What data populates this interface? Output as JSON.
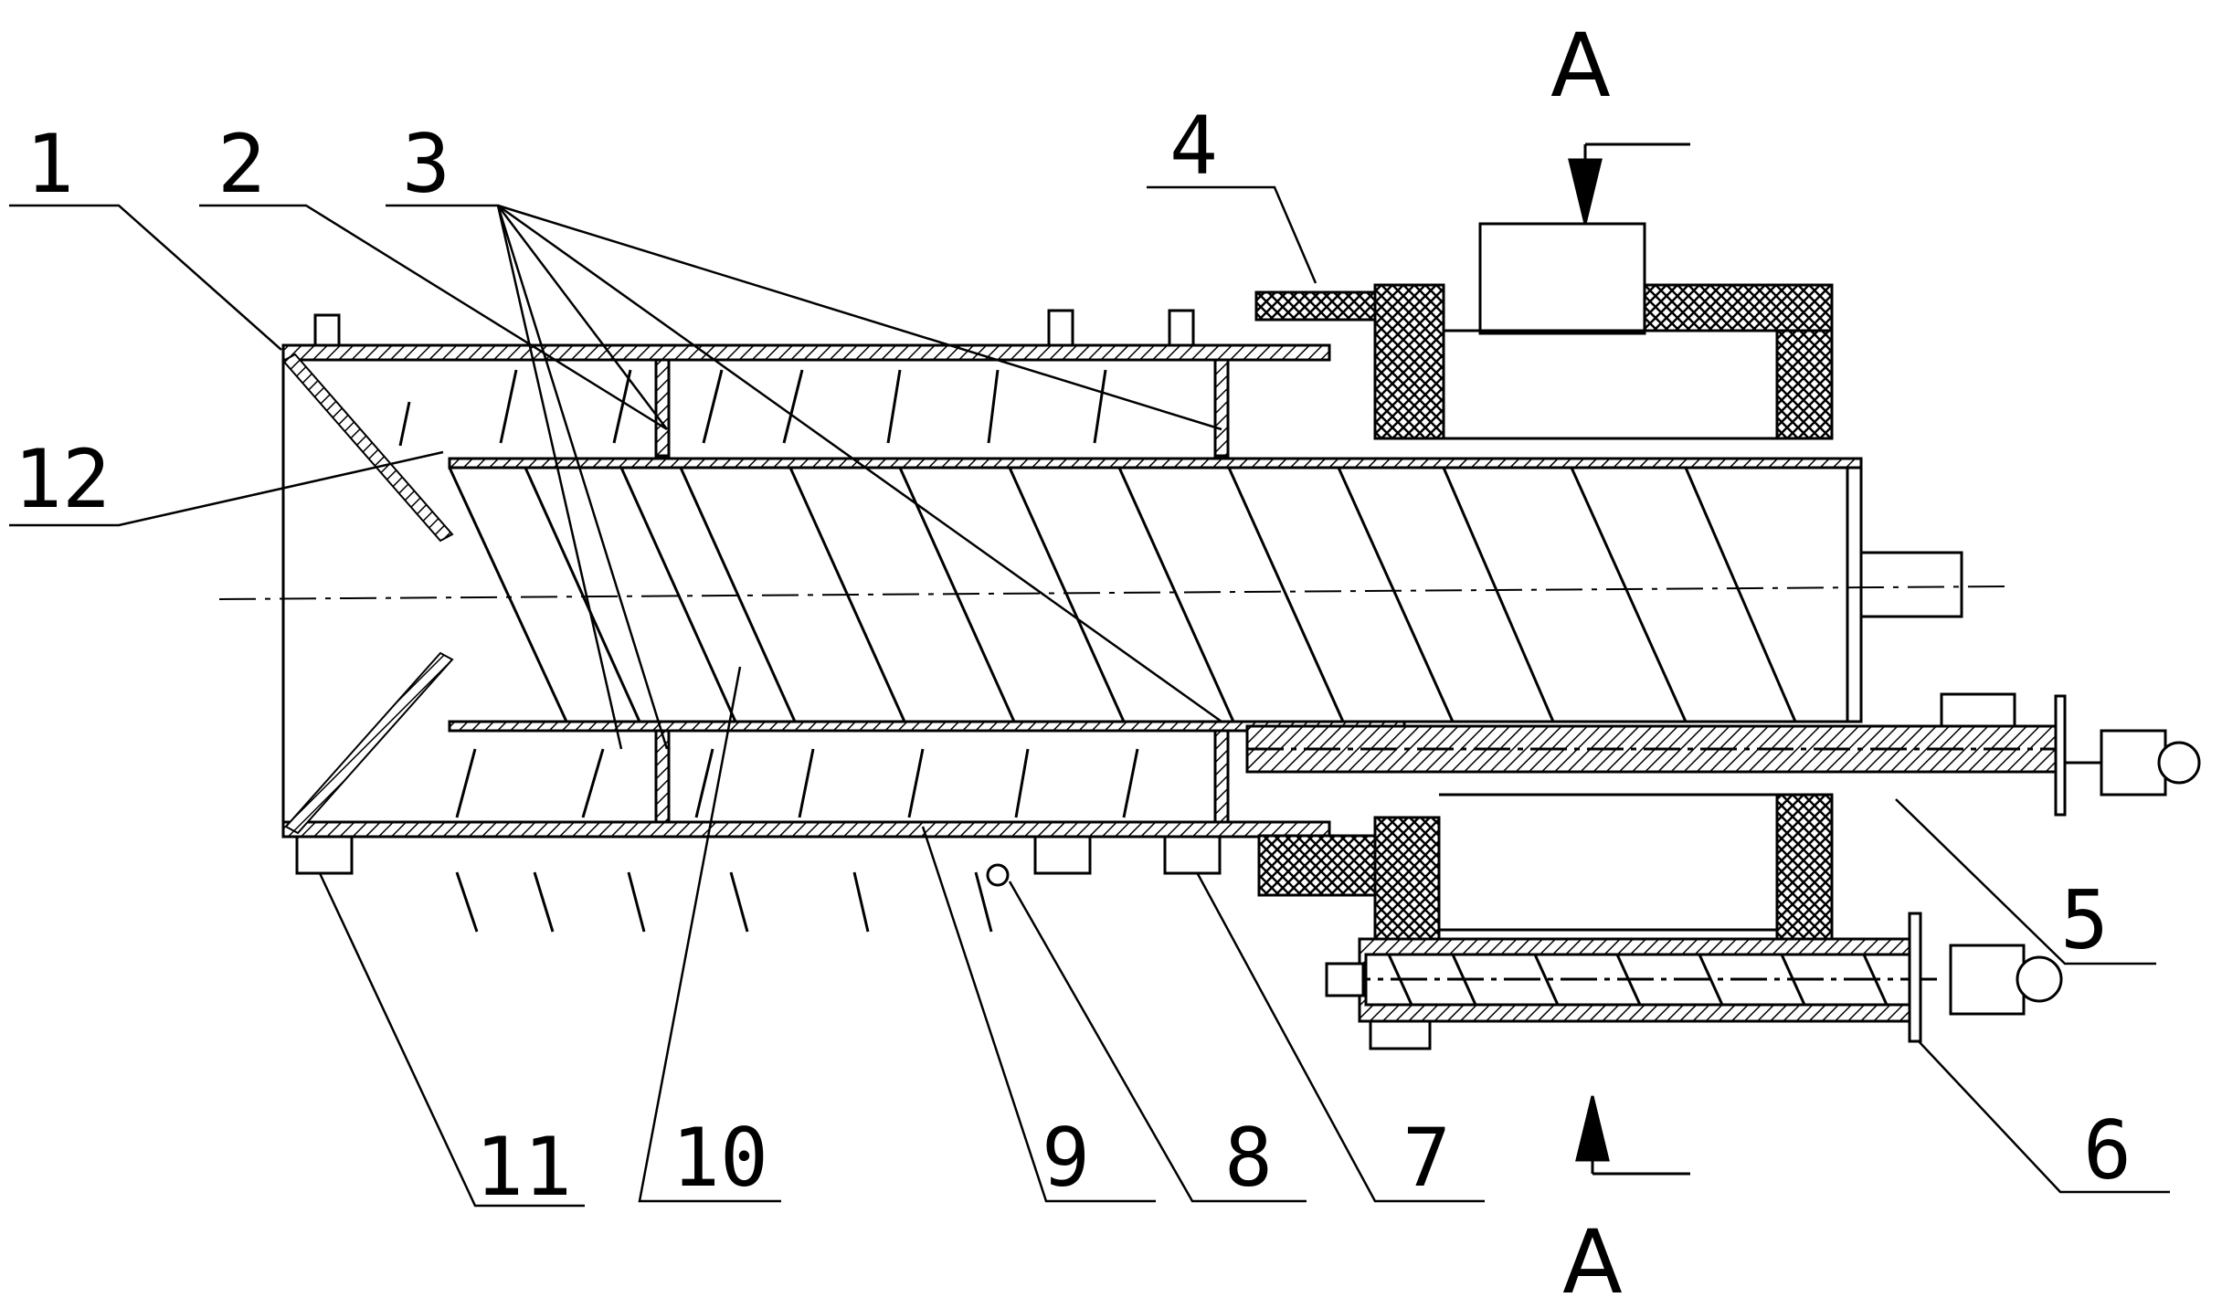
{
  "diagram": {
    "part_labels": [
      {
        "id": "1",
        "text": "1"
      },
      {
        "id": "2",
        "text": "2"
      },
      {
        "id": "3",
        "text": "3"
      },
      {
        "id": "4",
        "text": "4"
      },
      {
        "id": "5",
        "text": "5"
      },
      {
        "id": "6",
        "text": "6"
      },
      {
        "id": "7",
        "text": "7"
      },
      {
        "id": "8",
        "text": "8"
      },
      {
        "id": "9",
        "text": "9"
      },
      {
        "id": "10",
        "text": "10"
      },
      {
        "id": "11",
        "text": "11"
      },
      {
        "id": "12",
        "text": "12"
      }
    ],
    "section_marks": {
      "top": "A",
      "bottom": "A"
    }
  }
}
